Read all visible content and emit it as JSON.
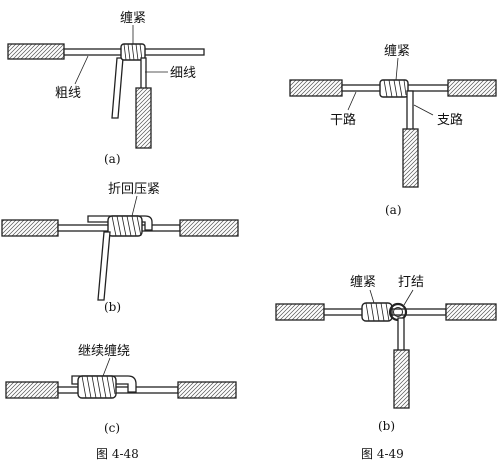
{
  "fig48": {
    "a": {
      "label_tight": "缠紧",
      "label_thick": "粗线",
      "label_thin": "细线",
      "caption": "(a)"
    },
    "b": {
      "label_fold": "折回压紧",
      "caption": "(b)"
    },
    "c": {
      "label_continue": "继续缠绕",
      "caption": "(c)"
    },
    "title": "图 4-48"
  },
  "fig49": {
    "a": {
      "label_tight": "缠紧",
      "label_main": "干路",
      "label_branch": "支路",
      "caption": "(a)"
    },
    "b": {
      "label_tight": "缠紧",
      "label_knot": "打结",
      "caption": "(b)"
    },
    "title": "图 4-49"
  }
}
